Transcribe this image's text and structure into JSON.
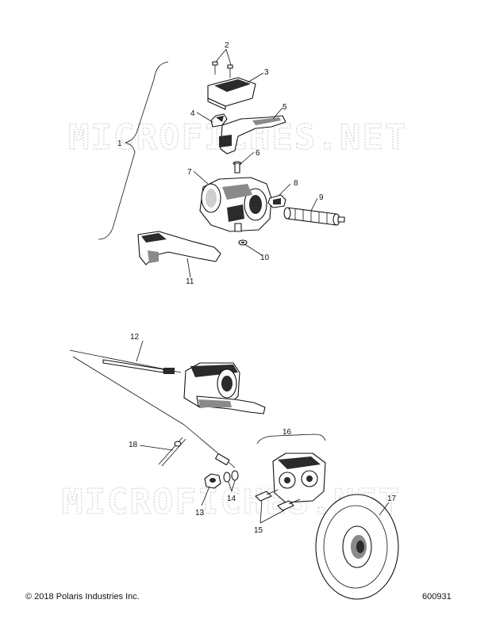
{
  "watermarks": [
    "MICROFICHES.NET",
    "MICROFICHES.NET"
  ],
  "callouts": [
    {
      "id": "c1",
      "text": "1"
    },
    {
      "id": "c2",
      "text": "2"
    },
    {
      "id": "c3",
      "text": "3"
    },
    {
      "id": "c4",
      "text": "4"
    },
    {
      "id": "c5",
      "text": "5"
    },
    {
      "id": "c6",
      "text": "6"
    },
    {
      "id": "c7",
      "text": "7"
    },
    {
      "id": "c8",
      "text": "8"
    },
    {
      "id": "c9",
      "text": "9"
    },
    {
      "id": "c10",
      "text": "10"
    },
    {
      "id": "c11",
      "text": "11"
    },
    {
      "id": "c12",
      "text": "12"
    },
    {
      "id": "c13",
      "text": "13"
    },
    {
      "id": "c14",
      "text": "14"
    },
    {
      "id": "c15",
      "text": "15"
    },
    {
      "id": "c16",
      "text": "16"
    },
    {
      "id": "c17",
      "text": "17"
    },
    {
      "id": "c18",
      "text": "18"
    }
  ],
  "footer": {
    "copyright": "© 2018 Polaris Industries Inc.",
    "drawing_number": "600931"
  }
}
